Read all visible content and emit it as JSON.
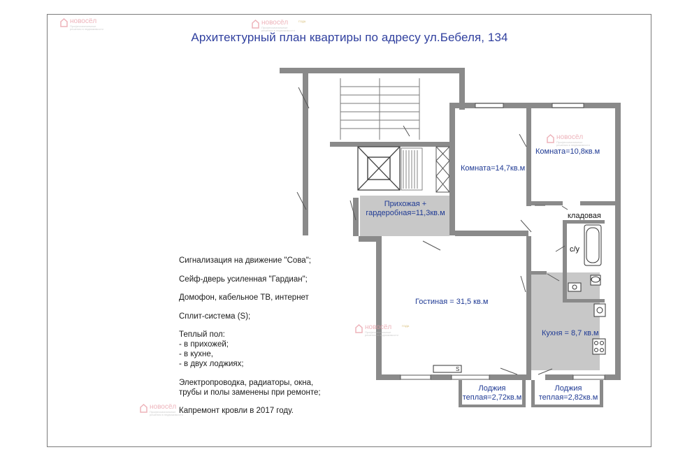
{
  "title": "Архитектурный план квартиры по адресу ул.Бебеля, 134",
  "rooms": {
    "room1": "Комната=14,7кв.м",
    "room2": "Комната=10,8кв.м",
    "hall_line1": "Прихожая +",
    "hall_line2": "гардеробная=11,3кв.м",
    "storage": "кладовая",
    "bath": "с/у",
    "living": "Гостиная = 31,5 кв.м",
    "kitchen": "Кухня = 8,7 кв.м",
    "loggia1_line1": "Лоджия",
    "loggia1_line2": "теплая=2,72кв.м",
    "loggia2_line1": "Лоджия",
    "loggia2_line2": "теплая=2,82кв.м"
  },
  "notes": {
    "alarm": "Сигнализация на движение \"Сова\";",
    "door": "Сейф-дверь усиленная \"Гардиан\";",
    "intercom": "Домофон, кабельное ТВ, интернет",
    "split": "Сплит-система  (S);",
    "floor_title": "Теплый пол:",
    "floor_items": [
      "- в прихожей;",
      "- в кухне,",
      "- в двух лоджиях;"
    ],
    "wiring_line1": "Электропроводка, радиаторы, окна,",
    "wiring_line2": "трубы и полы заменены при ремонте;",
    "roof": "Капремонт кровли в 2017 году."
  },
  "ac_marker": "S",
  "watermark": {
    "brand": "новосёл",
    "tagline": "Профессиональные решения в недвижимости",
    "gold": "ГОДА"
  },
  "colors": {
    "wall": "#8a8a8a",
    "hall_floor": "#c8c8c8",
    "label_text": "#1f3a94",
    "title_text": "#2f3f9e",
    "watermark": "#e89aa4"
  }
}
